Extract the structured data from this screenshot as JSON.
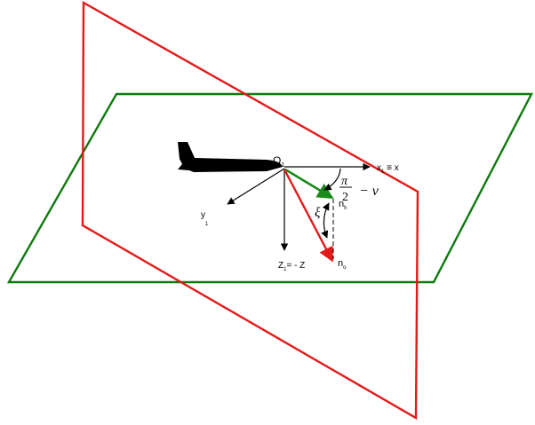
{
  "colors": {
    "vertical_plane": "#e21a1a",
    "horizontal_plane": "#0e7a0e",
    "axes": "#000000",
    "n_h_vector": "#1a8a1a",
    "n_o_vector": "#e21a1a",
    "aircraft": "#000000"
  },
  "icons": {
    "aircraft": "aircraft-silhouette-icon"
  },
  "labels": {
    "origin_O": "O",
    "origin_sub": "1",
    "x_axis_main": "x",
    "x_axis_sub": "1",
    "x_axis_rest": " ≡ x",
    "y_axis_main": "y",
    "y_axis_sub": "1",
    "z_axis_main": "Z",
    "z_axis_sub": "1",
    "z_axis_rest": "= - Z",
    "n_h_main": "n",
    "n_h_sub": "h",
    "n_o_main": "n",
    "n_o_sub": "o",
    "angle_pi": "π",
    "angle_two": "2",
    "angle_minus_nu": "− ν",
    "angle_xi": "ξ"
  }
}
